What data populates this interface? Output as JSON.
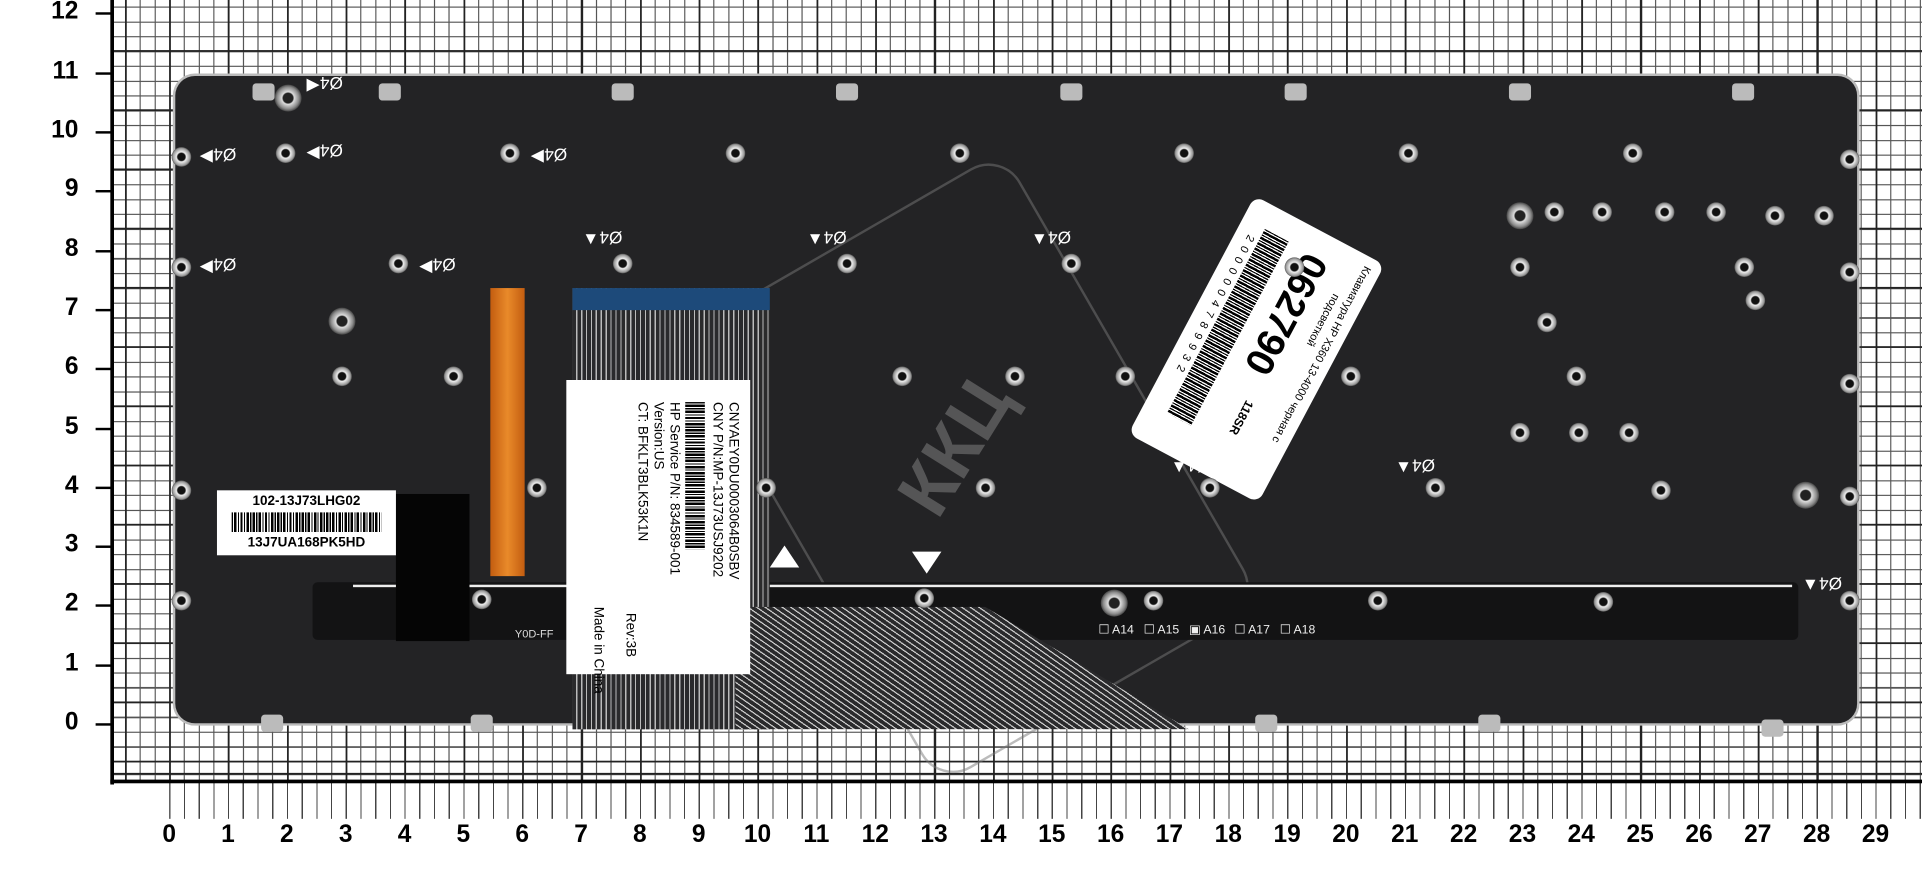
{
  "ruler": {
    "y_labels": [
      "0",
      "1",
      "2",
      "3",
      "4",
      "5",
      "6",
      "7",
      "8",
      "9",
      "10",
      "11",
      "12"
    ],
    "x_labels": [
      "0",
      "1",
      "2",
      "3",
      "4",
      "5",
      "6",
      "7",
      "8",
      "9",
      "10",
      "11",
      "12",
      "13",
      "14",
      "15",
      "16",
      "17",
      "18",
      "19",
      "20",
      "21",
      "22",
      "23",
      "24",
      "25",
      "26",
      "27",
      "28",
      "29"
    ]
  },
  "marker": "Ø4",
  "label_left": {
    "line1": "102-13J73LHG02",
    "line2": "13J7UA168PK5HD"
  },
  "label_center": {
    "l1": "CNYAEY0DU0003064B0SBV",
    "l2": "CNY P/N:MP-13J73USJ9202",
    "l3": "HP Service P/N: 834589-001",
    "l4": "Version:US",
    "l5": "CT: BFKLT3BLK53K1N",
    "rev": "Rev:3B",
    "made": "Made in China"
  },
  "sticker": {
    "code": "118SR",
    "number": "062790",
    "title": "Клавиатура HP X360 13-4000 черная с",
    "title2": "подсветкой",
    "barcode_digits": "2000004789932"
  },
  "strip_text": "Y0D-FF",
  "a_boxes": [
    "A14",
    "A15",
    "A16",
    "A17",
    "A18"
  ],
  "watermark": "ККЦ"
}
